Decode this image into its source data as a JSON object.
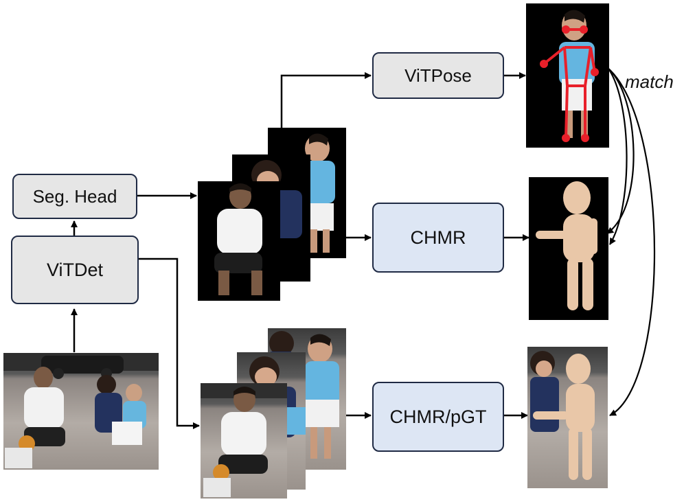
{
  "nodes": {
    "seg_head": "Seg. Head",
    "vitdet": "ViTDet",
    "vitpose": "ViTPose",
    "chmr": "CHMR",
    "chmr_pgt": "CHMR/pGT"
  },
  "edge_labels": {
    "match": "match"
  },
  "colors": {
    "box_gray": "#e6e6e6",
    "box_blue": "#dde6f4",
    "border": "#1f2a44",
    "keypoints": "#e8202a",
    "mesh": "#e9c7a8"
  }
}
